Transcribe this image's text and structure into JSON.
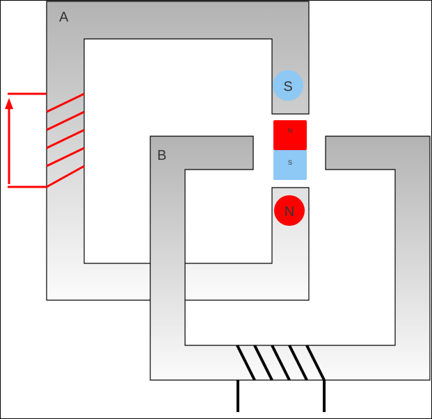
{
  "core_a": {
    "label": "A"
  },
  "core_b": {
    "label": "B"
  },
  "pole_upper": {
    "label": "S"
  },
  "pole_lower": {
    "label": "N"
  },
  "magnet": {
    "top_label": "N",
    "bottom_label": "S"
  },
  "colors": {
    "core_gradient_top": "#b3b3b3",
    "core_gradient_bottom": "#fbfbfb",
    "coil_red": "#ff0000",
    "south_blue": "#8ec8f5",
    "north_red": "#ff0000",
    "coil_black": "#000000"
  },
  "icons": {
    "current_arrow": "up-arrow-icon"
  }
}
